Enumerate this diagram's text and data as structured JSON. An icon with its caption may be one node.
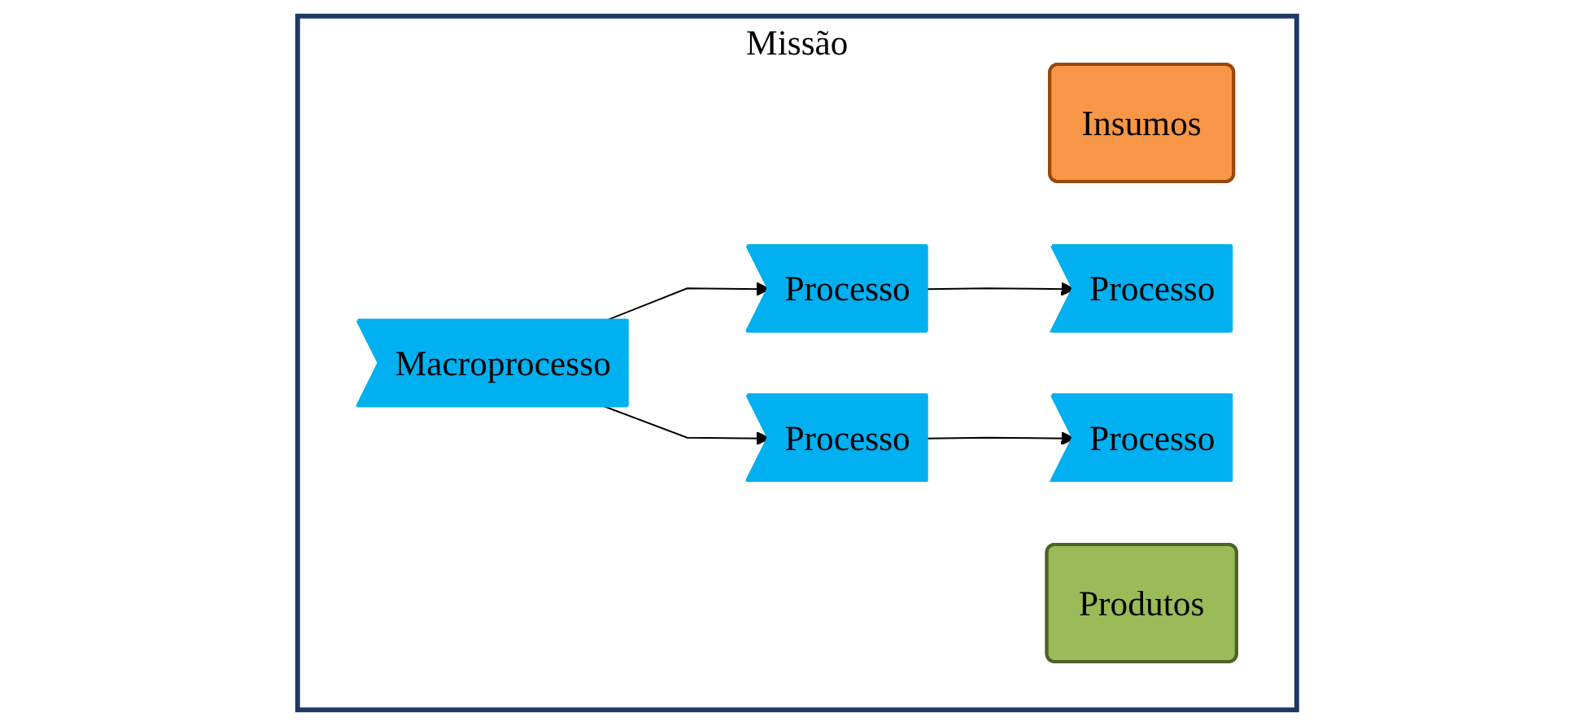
{
  "diagram": {
    "nodes": [
      {
        "text": [
          "Missão"
        ]
      },
      {
        "text": [
          "Insumos"
        ],
        "in": 0
      },
      {
        "text": [
          "Macroprocesso"
        ],
        "in": 0
      },
      {
        "text": [
          "Processo"
        ],
        "in": 0
      },
      {
        "text": [
          "Processo"
        ],
        "in": 0
      },
      {
        "text": [
          "Processo"
        ],
        "in": 0
      },
      {
        "text": [
          "Processo"
        ],
        "in": 0
      },
      {
        "text": [
          "Produtos"
        ],
        "in": 0
      }
    ],
    "edges": [
      {
        "from": 2,
        "to": 3,
        "arrow": "to"
      },
      {
        "from": 2,
        "to": 5,
        "arrow": "to"
      },
      {
        "from": 3,
        "to": 4,
        "arrow": "to"
      },
      {
        "from": 5,
        "to": 6,
        "arrow": "to"
      }
    ]
  }
}
